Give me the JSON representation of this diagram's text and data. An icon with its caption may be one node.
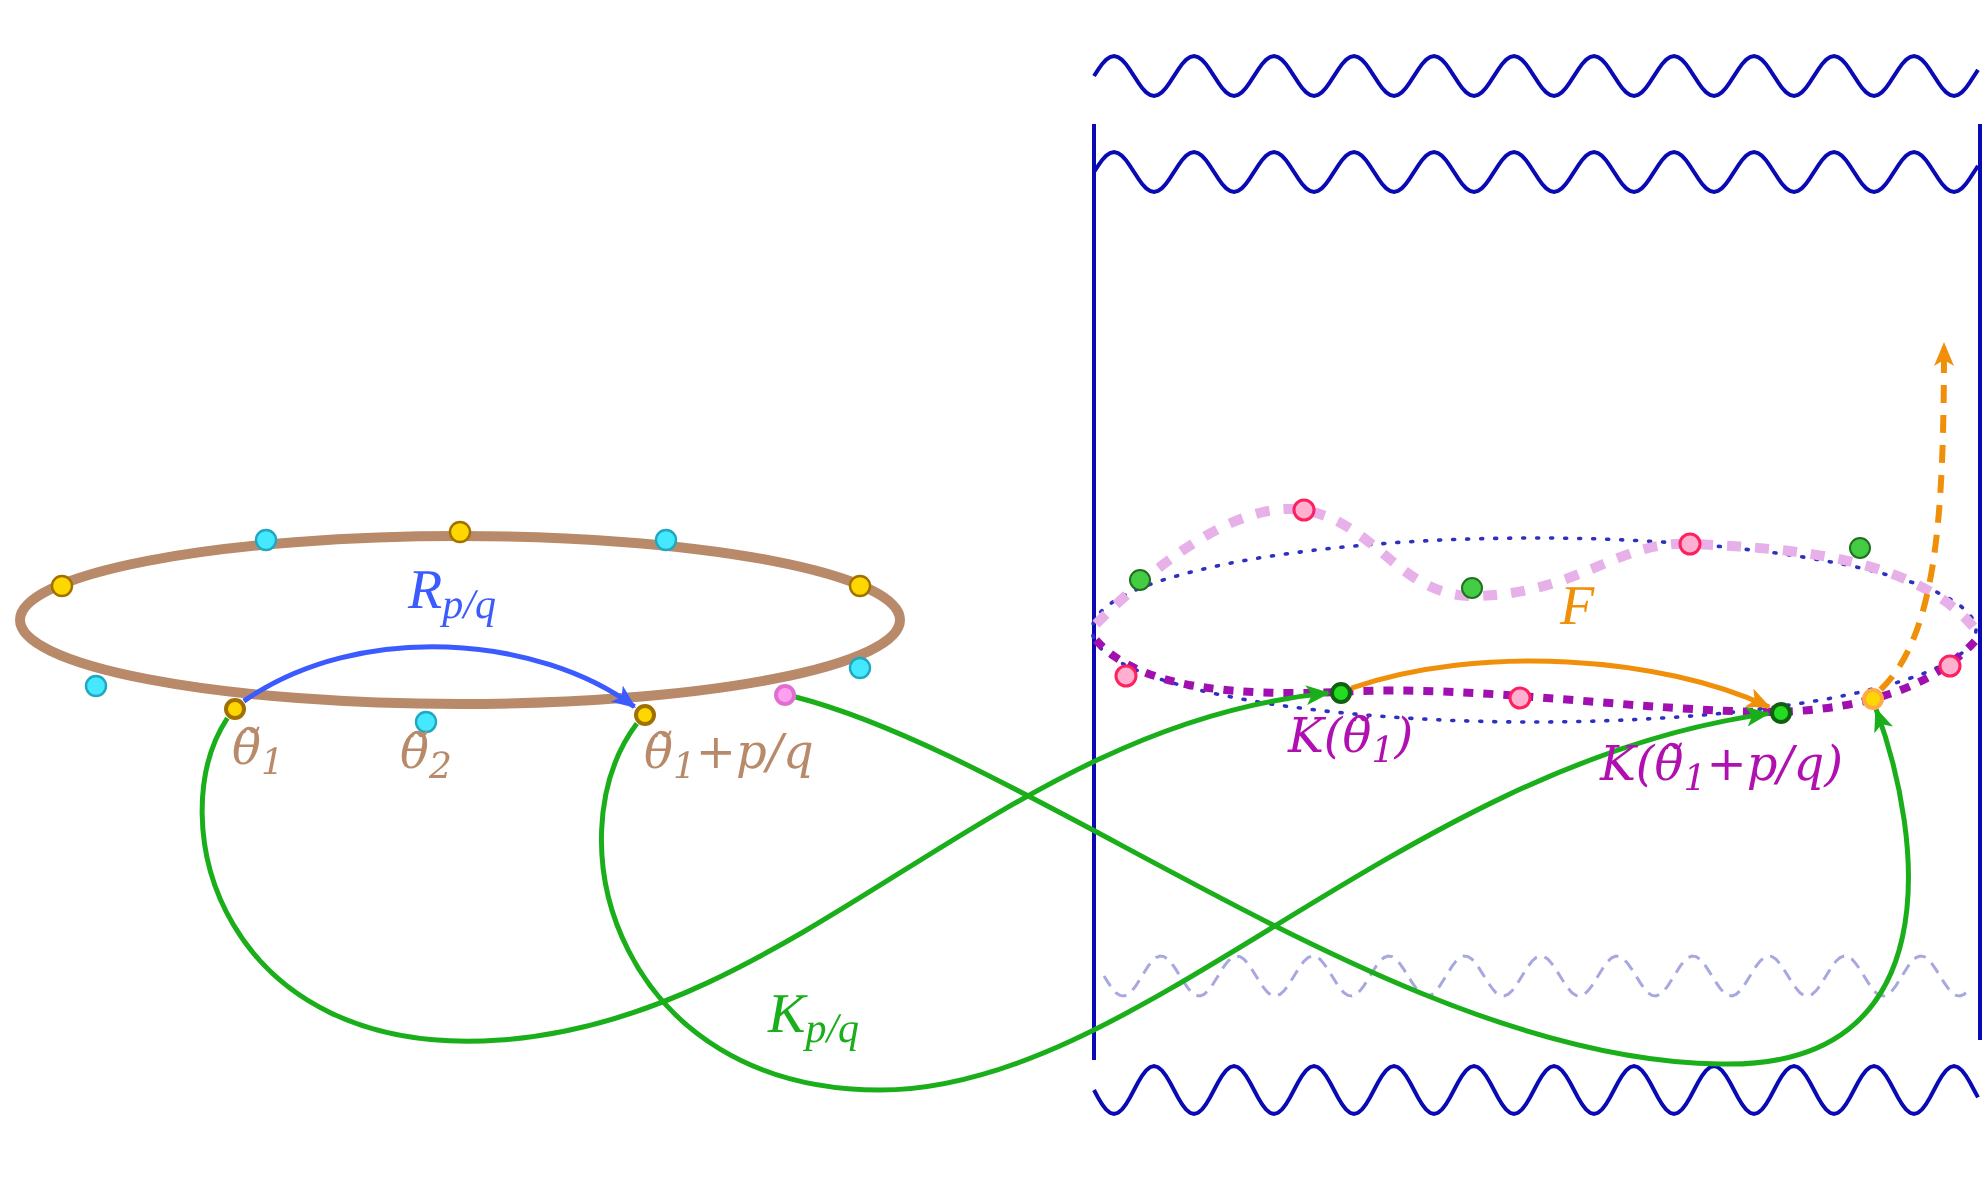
{
  "diagram": {
    "nodes": [
      {
        "text": [],
        "shape": "circle",
        "beside": [
          "θ̃$_{1}$"
        ]
      },
      {
        "text": [],
        "shape": "circle",
        "beside": [
          "θ̃$_{1}$+p/q"
        ]
      },
      {
        "text": [],
        "shape": "circle"
      },
      {
        "text": [],
        "shape": "circle",
        "beside": [
          "K(θ̃$_{1}$)"
        ]
      },
      {
        "text": [],
        "shape": "circle",
        "beside": [
          "K(θ̃$_{1}$+p/q)"
        ]
      },
      {
        "text": [],
        "shape": "circle"
      }
    ],
    "edges": [
      {
        "from": 0,
        "to": 1,
        "arrow": "to",
        "label": "R$_{p/q}$",
        "color": "#3b5bff"
      },
      {
        "from": 0,
        "to": 3,
        "arrow": "to"
      },
      {
        "from": 1,
        "to": 4,
        "arrow": "to",
        "label": "K$_{p/q}$"
      },
      {
        "from": 2,
        "to": 5,
        "arrow": "to"
      },
      {
        "from": 3,
        "to": 4,
        "arrow": "to",
        "label": "F",
        "color": "#f0900a"
      },
      {
        "from": 5,
        "to": null,
        "arrow": "to",
        "style": "dashed",
        "color": "#f0900a"
      }
    ],
    "labels": [
      "θ̃$_{2}$"
    ]
  }
}
